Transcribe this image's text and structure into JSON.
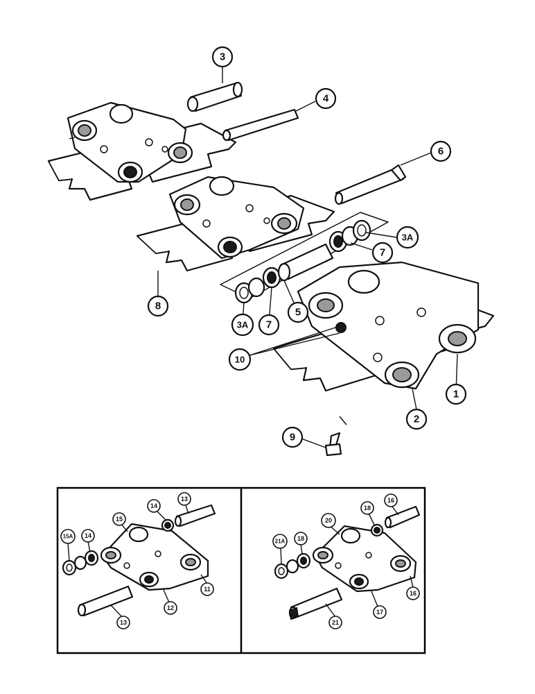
{
  "callouts_main": {
    "c1": "1",
    "c2": "2",
    "c3": "3",
    "c3a_right": "3A",
    "c3a_left": "3A",
    "c4": "4",
    "c5": "5",
    "c6": "6",
    "c7_right": "7",
    "c7_left": "7",
    "c8": "8",
    "c9": "9",
    "c10": "10"
  },
  "callouts_inset_left": {
    "c11": "11",
    "c12": "12",
    "c13_top": "13",
    "c13_bottom": "13",
    "c14_top": "14",
    "c14_left": "14",
    "c15": "15",
    "c15a": "15A"
  },
  "callouts_inset_right": {
    "c16_top": "16",
    "c16_bottom": "16",
    "c17": "17",
    "c18_top": "18",
    "c18_left": "18",
    "c20": "20",
    "c21": "21",
    "c21a": "21A"
  }
}
